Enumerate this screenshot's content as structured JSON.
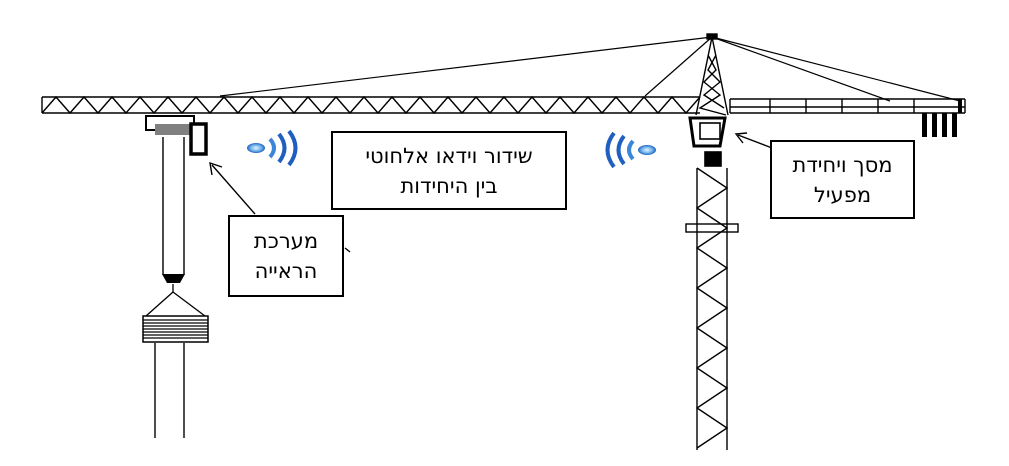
{
  "labels": {
    "camera_system": "מערכת\nהראייה",
    "wireless_video": "שידור וידאו אלחוטי\nבין היחידות",
    "operator_screen": "מסך ויחידת\nמפעיל"
  },
  "colors": {
    "line": "#000000",
    "wave_light": "#8fc8f0",
    "wave_dark": "#1f5fc0",
    "trolley_grey": "#808080"
  },
  "icons": [
    "wireless-signal-right-icon",
    "wireless-signal-left-icon"
  ]
}
